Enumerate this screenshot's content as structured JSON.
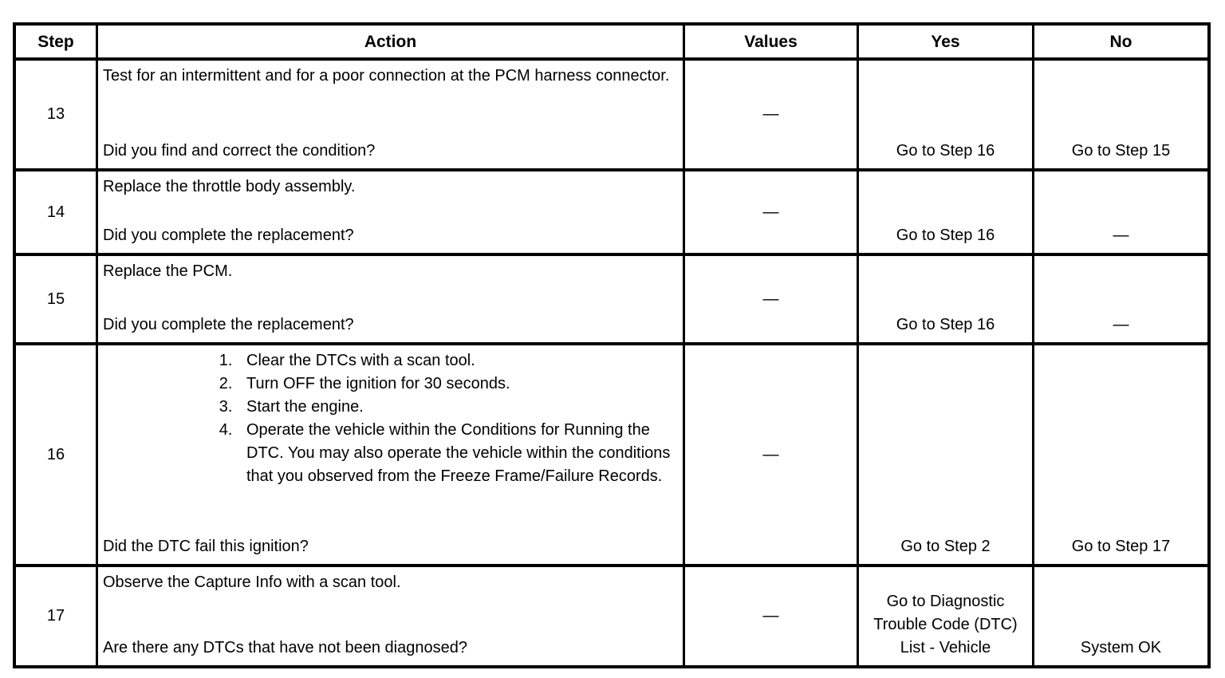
{
  "page": {
    "background_color": "#ffffff",
    "line_color": "#000000",
    "text_color": "#000000"
  },
  "table": {
    "headers": [
      "Step",
      "Action",
      "Values",
      "Yes",
      "No"
    ],
    "rows": [
      {
        "step": "13",
        "action": "Test for an intermittent and for a poor connection at the PCM harness connector.",
        "list": [],
        "question": "Did you find and correct the condition?",
        "values": "—",
        "yes": "Go to Step 16",
        "no": "Go to Step 15"
      },
      {
        "step": "14",
        "action": "Replace the throttle body assembly.",
        "list": [],
        "question": "Did you complete the replacement?",
        "values": "—",
        "yes": "Go to Step 16",
        "no": "—"
      },
      {
        "step": "15",
        "action": "Replace the PCM.",
        "list": [],
        "question": "Did you complete the replacement?",
        "values": "—",
        "yes": "Go to Step 16",
        "no": "—"
      },
      {
        "step": "16",
        "action": "",
        "list": [
          "Clear the DTCs with a scan tool.",
          "Turn OFF the ignition for 30 seconds.",
          "Start the engine.",
          "Operate the vehicle within the Conditions for Running the DTC. You may also operate the vehicle within the conditions that you observed from the Freeze Frame/Failure Records."
        ],
        "question": "Did the DTC fail this ignition?",
        "values": "—",
        "yes": "Go to Step 2",
        "no": "Go to Step 17"
      },
      {
        "step": "17",
        "action": "Observe the Capture Info with a scan tool.",
        "list": [],
        "question": "Are there any DTCs that have not been diagnosed?",
        "values": "—",
        "yes": "Go to Diagnostic Trouble Code (DTC) List - Vehicle",
        "no": "System OK"
      }
    ]
  }
}
